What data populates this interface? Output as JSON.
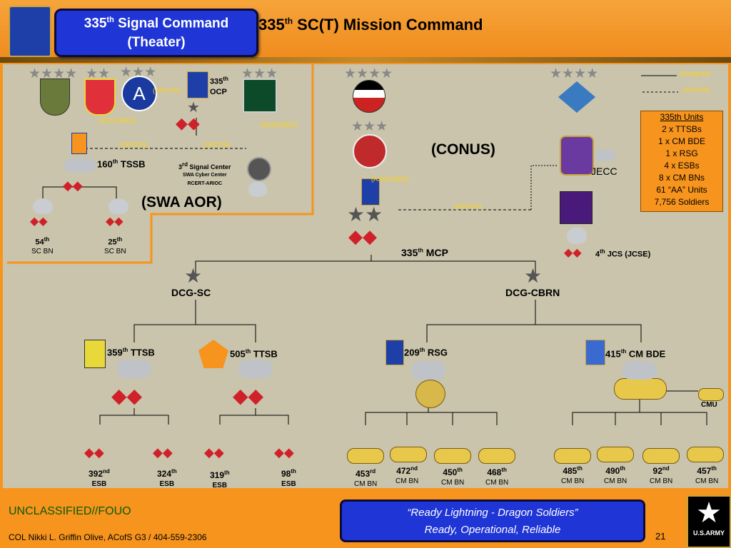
{
  "header": {
    "box_line1": "335",
    "box_line1_sup": "th",
    "box_line1_rest": " Signal Command",
    "box_line2": "(Theater)",
    "title": "335",
    "title_sup": "th",
    "title_rest": " SC(T) Mission Command"
  },
  "legend": {
    "assigned": "(Assigned)",
    "adcon": "(ADCON)"
  },
  "units_box": {
    "heading": "335th Units",
    "items": [
      "2 x TTSBs",
      "1 x CM BDE",
      "1 x RSG",
      "4 x ESBs",
      "8 x CM BNs",
      "61 “AA” Units",
      "7,756 Soldiers"
    ]
  },
  "regions": {
    "swa": "(SWA AOR)",
    "conus": "(CONUS)"
  },
  "relations": {
    "opcon1": "(OPCON)",
    "assigned1": "(ASSIGNED)",
    "opcon2": "(OPCON)",
    "opcon3": "(OPCON)",
    "assigned2": "(ASSIGNED)",
    "assigned3": "(ASSIGNED)",
    "adcon1": "(ADCON)"
  },
  "units": {
    "ocp": "OCP",
    "ocp_num": "335",
    "ocp_sup": "th",
    "tssb160": "160",
    "tssb160_sup": "th",
    "tssb160_rest": " TSSB",
    "sigctr_num": "3",
    "sigctr_sup": "rd",
    "sigctr_rest": " Signal Center",
    "sigctr_l2": "SWA Cyber Center",
    "sigctr_l3": "RCERT-ARIOC",
    "bn54": "54",
    "bn54_sup": "th",
    "bn54_l2": "SC BN",
    "bn25": "25",
    "bn25_sup": "th",
    "bn25_l2": "SC BN",
    "jecc": "JECC",
    "mcp": "335",
    "mcp_sup": "th",
    "mcp_rest": " MCP",
    "jcs": "4",
    "jcs_sup": "th",
    "jcs_rest": " JCS (JCSE)",
    "dcg_sc": "DCG-SC",
    "dcg_cbrn": "DCG-CBRN",
    "ttsb359": "359",
    "ttsb359_sup": "th",
    "ttsb359_rest": " TTSB",
    "ttsb505": "505",
    "ttsb505_sup": "th",
    "ttsb505_rest": " TTSB",
    "rsg209": "209",
    "rsg209_sup": "th",
    "rsg209_rest": " RSG",
    "bde415": "415",
    "bde415_sup": "th",
    "bde415_rest": " CM BDE",
    "cmu": "CMU",
    "esb392": "392",
    "esb392_sup": "nd",
    "esb324": "324",
    "esb324_sup": "th",
    "esb319": "319",
    "esb319_sup": "th",
    "esb98": "98",
    "esb98_sup": "th",
    "esb": "ESB",
    "cm453": "453",
    "cm453_sup": "rd",
    "cm472": "472",
    "cm472_sup": "nd",
    "cm450": "450",
    "cm450_sup": "th",
    "cm468": "468",
    "cm468_sup": "th",
    "cm485": "485",
    "cm485_sup": "th",
    "cm490": "490",
    "cm490_sup": "th",
    "cm92": "92",
    "cm92_sup": "nd",
    "cm457": "457",
    "cm457_sup": "th",
    "cmbn": "CM BN"
  },
  "footer": {
    "classification": "UNCLASSIFIED//FOUO",
    "poc": "COL Nikki L. Griffin Olive, ACofS G3 / 404-559-2306",
    "motto_line1": "“Ready Lightning - Dragon Soldiers”",
    "motto_line2": "Ready, Operational, Reliable",
    "page": "21",
    "army_logo": "U.S.ARMY"
  },
  "colors": {
    "orange": "#f7941d",
    "blue_box": "#1f35d6",
    "panel": "#c9c4ab",
    "yellow_label": "#ffd21a"
  }
}
